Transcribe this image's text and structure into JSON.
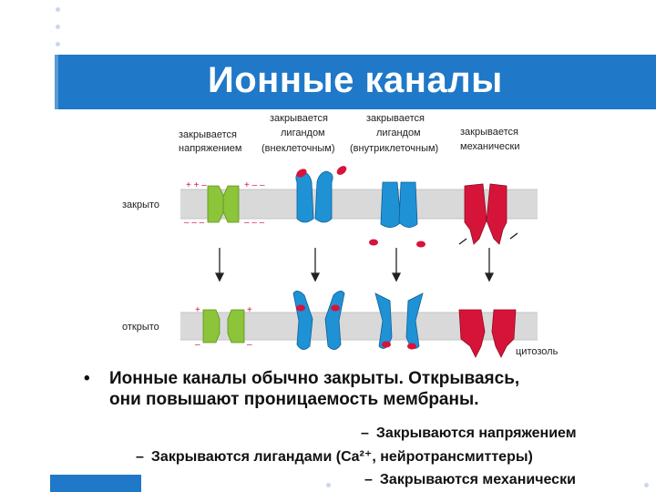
{
  "title": "Ионные каналы",
  "colors": {
    "banner": "#1f78c8",
    "voltage_channel": "#8cc43a",
    "ligand_channel": "#1f92d6",
    "mechanical_channel": "#d6143a",
    "membrane": "#d9d9d9",
    "ligand": "#d6143a"
  },
  "diagram": {
    "columns": [
      {
        "line1": "закрывается",
        "line2": "напряжением",
        "line3": ""
      },
      {
        "line1": "закрывается",
        "line2": "лигандом",
        "line3": "(внеклеточным)"
      },
      {
        "line1": "закрывается",
        "line2": "лигандом",
        "line3": "(внутриклеточным)"
      },
      {
        "line1": "закрывается",
        "line2": "механически",
        "line3": ""
      }
    ],
    "state_closed": "закрыто",
    "state_open": "открыто",
    "cytosol": "цитозоль",
    "charge_top_left": "+ + –",
    "charge_top_right": "+ – –",
    "charge_bottom": "– – –",
    "charge_plus": "+",
    "charge_minus": "–"
  },
  "bullets": {
    "main_marker": "•",
    "main_line1": "Ионные каналы обычно закрыты. Открываясь,",
    "main_line2": "они повышают проницаемость мембраны.",
    "dash": "–",
    "sub1": "Закрываются напряжением",
    "sub2": "Закрываются лигандами (Ca²⁺, нейротрансмиттеры)",
    "sub3": "Закрываются механически"
  }
}
